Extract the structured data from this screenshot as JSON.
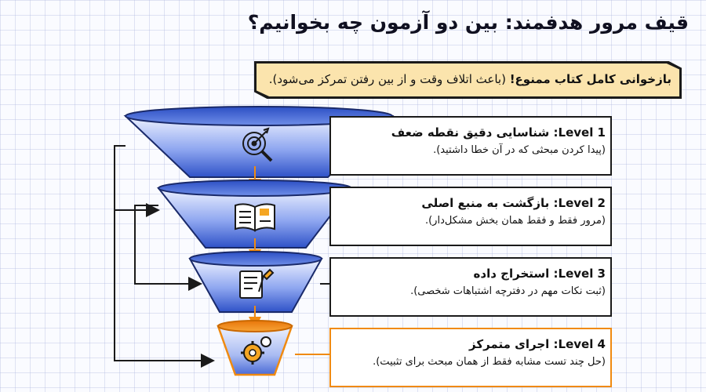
{
  "title": "قیف مرور هدفمند: بین دو آزمون چه بخوانیم؟",
  "banner": {
    "bold": "بازخوانی کامل کتاب ممنوع!",
    "rest": " (باعث اتلاف وقت و از بین رفتن تمرکز می‌شود)."
  },
  "levels": [
    {
      "tag": "Level 1",
      "heading": "شناسایی دقیق نقطه ضعف",
      "desc": "(پیدا کردن مبحثی که در آن خطا داشتید).",
      "icon": "target-magnifier-icon"
    },
    {
      "tag": "Level 2",
      "heading": "بازگشت به منبع اصلی",
      "desc": "(مرور فقط و فقط همان بخش مشکل‌دار).",
      "icon": "open-book-icon"
    },
    {
      "tag": "Level 3",
      "heading": "استخراج داده",
      "desc": "(ثبت نکات مهم در دفترچه اشتباهات شخصی).",
      "icon": "notepad-pencil-icon"
    },
    {
      "tag": "Level 4",
      "heading": "اجرای متمرکز",
      "desc": "(حل چند تست مشابه فقط از همان مبحث برای تثبیت).",
      "icon": "gears-icon"
    }
  ],
  "colors": {
    "funnel_blue": "#3f63d6",
    "funnel_orange": "#f08a10",
    "arrow": "#f08a10",
    "banner_bg": "#fbe4ad"
  }
}
